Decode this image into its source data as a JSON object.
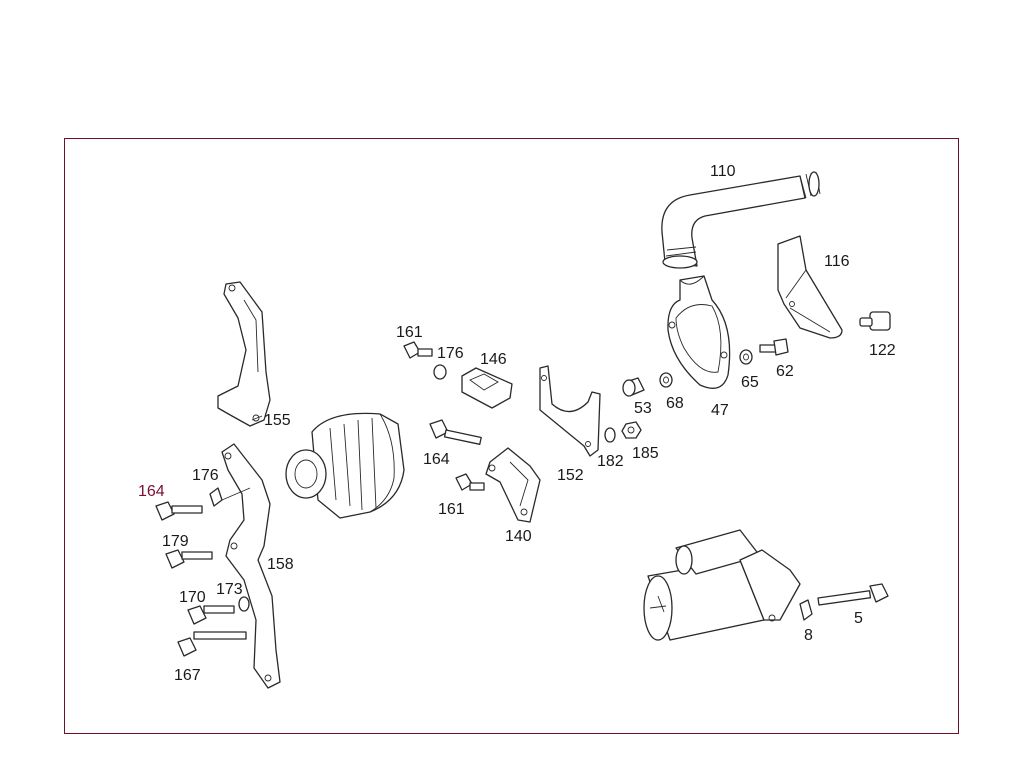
{
  "diagram": {
    "callouts": [
      {
        "id": "c110",
        "text": "110"
      },
      {
        "id": "c116",
        "text": "116"
      },
      {
        "id": "c122",
        "text": "122"
      },
      {
        "id": "c62",
        "text": "62"
      },
      {
        "id": "c65",
        "text": "65"
      },
      {
        "id": "c47",
        "text": "47"
      },
      {
        "id": "c68",
        "text": "68"
      },
      {
        "id": "c53",
        "text": "53"
      },
      {
        "id": "c185",
        "text": "185"
      },
      {
        "id": "c182",
        "text": "182"
      },
      {
        "id": "c152",
        "text": "152"
      },
      {
        "id": "c140",
        "text": "140"
      },
      {
        "id": "c146",
        "text": "146"
      },
      {
        "id": "c176a",
        "text": "176"
      },
      {
        "id": "c161a",
        "text": "161"
      },
      {
        "id": "c164a",
        "text": "164"
      },
      {
        "id": "c161b",
        "text": "161"
      },
      {
        "id": "c155",
        "text": "155"
      },
      {
        "id": "c176b",
        "text": "176"
      },
      {
        "id": "c164b",
        "text": "164"
      },
      {
        "id": "c179",
        "text": "179"
      },
      {
        "id": "c158",
        "text": "158"
      },
      {
        "id": "c170",
        "text": "170"
      },
      {
        "id": "c173",
        "text": "173"
      },
      {
        "id": "c167",
        "text": "167"
      },
      {
        "id": "c8",
        "text": "8"
      },
      {
        "id": "c5",
        "text": "5"
      }
    ],
    "colors": {
      "frame": "#6b1226",
      "line": "#2a2a2a",
      "label": "#1a1a1a",
      "label_accent": "#7a1030"
    }
  }
}
